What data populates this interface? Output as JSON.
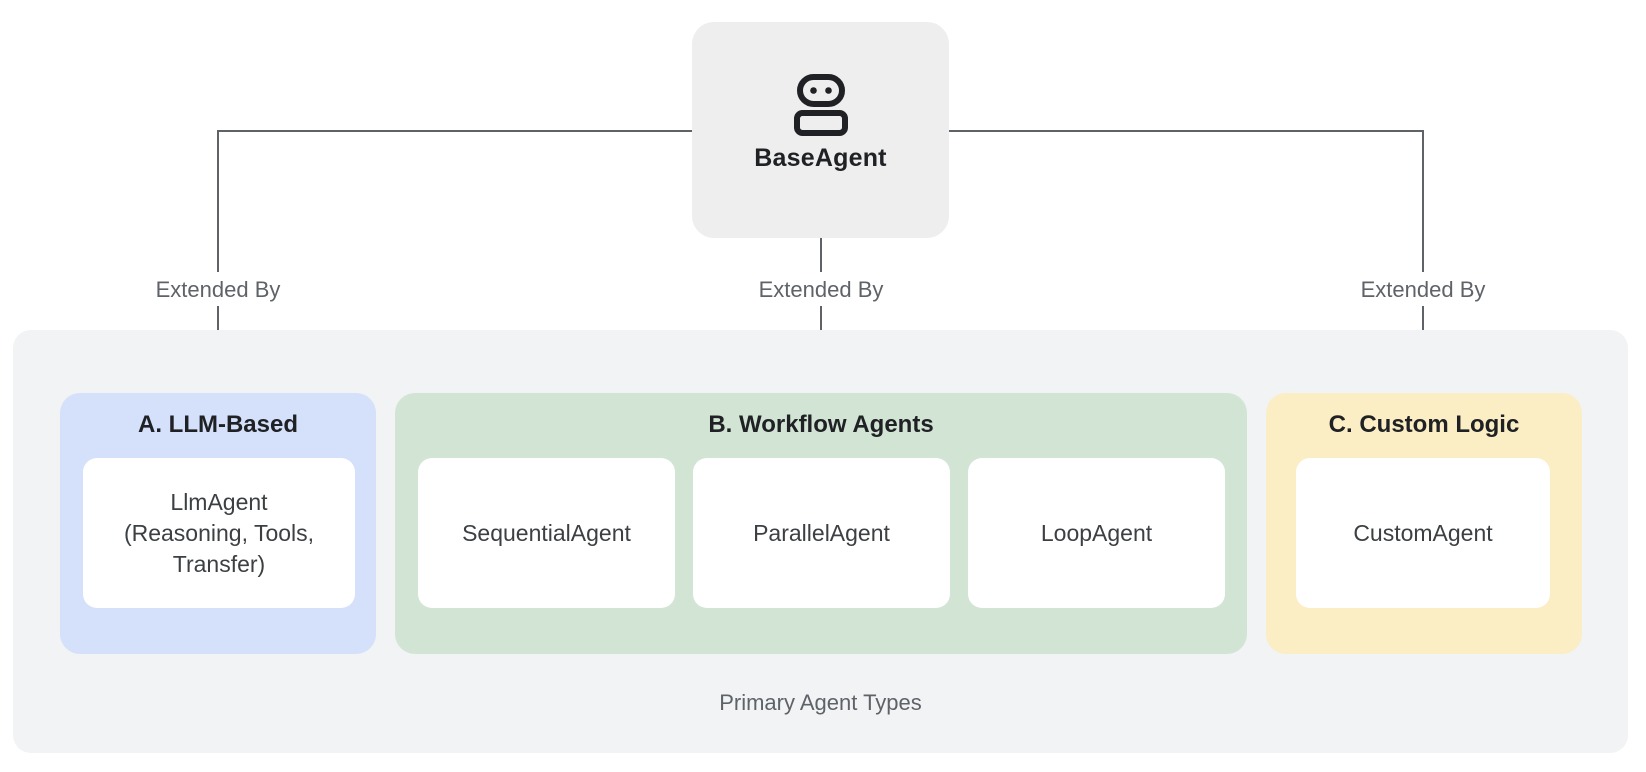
{
  "base_agent": {
    "label": "BaseAgent",
    "icon": "robot-icon"
  },
  "edges": [
    {
      "label": "Extended By"
    },
    {
      "label": "Extended By"
    },
    {
      "label": "Extended By"
    }
  ],
  "primary_group": {
    "caption": "Primary Agent Types",
    "sections": [
      {
        "id": "llm-based",
        "title": "A. LLM-Based",
        "color": "#d5e1fa",
        "items": [
          "LlmAgent\n(Reasoning, Tools,\nTransfer)"
        ]
      },
      {
        "id": "workflow-agents",
        "title": "B. Workflow Agents",
        "color": "#d2e5d5",
        "items": [
          "SequentialAgent",
          "ParallelAgent",
          "LoopAgent"
        ]
      },
      {
        "id": "custom-logic",
        "title": "C. Custom Logic",
        "color": "#fbeec5",
        "items": [
          "CustomAgent"
        ]
      }
    ]
  },
  "colors": {
    "base_node_bg": "#eeeeee",
    "panel_bg": "#f1f3f4",
    "connector": "#5f6368",
    "edge_label_text": "#5f6368",
    "section_title_text": "#202124",
    "card_text": "#3c4043",
    "caption_text": "#5f6368"
  }
}
